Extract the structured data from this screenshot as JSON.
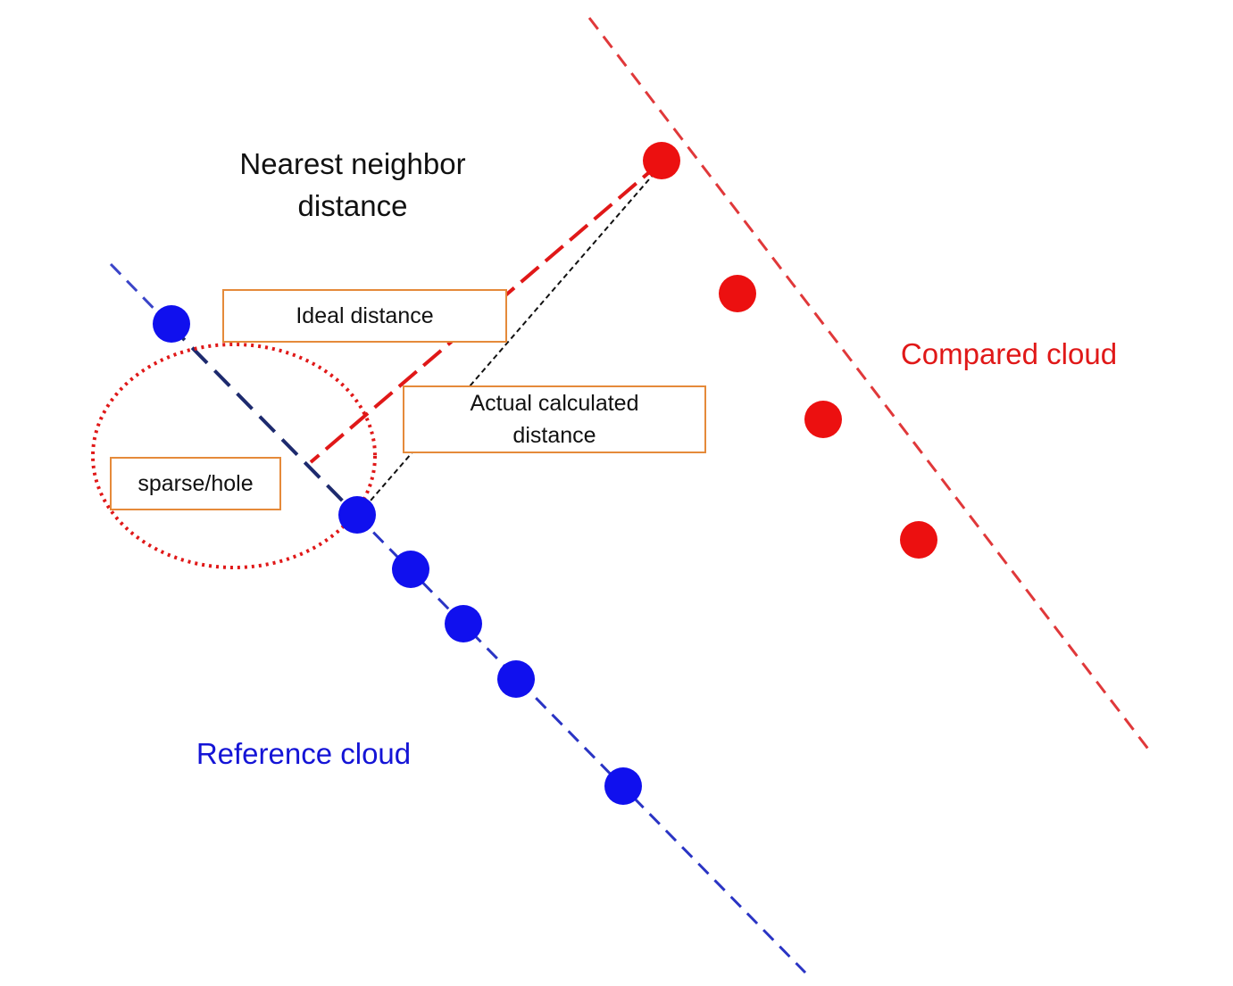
{
  "diagram": {
    "title": "Nearest neighbor\ndistance",
    "compared_label": "Compared cloud",
    "reference_label": "Reference cloud",
    "ideal_distance_label": "Ideal distance",
    "actual_distance_label": "Actual calculated\ndistance",
    "sparse_label": "sparse/hole",
    "colors": {
      "compared": "#e01818",
      "reference": "#1414d6",
      "box_border": "#e58a3a",
      "hole_circle": "#e01818",
      "actual_line": "#111111"
    }
  }
}
